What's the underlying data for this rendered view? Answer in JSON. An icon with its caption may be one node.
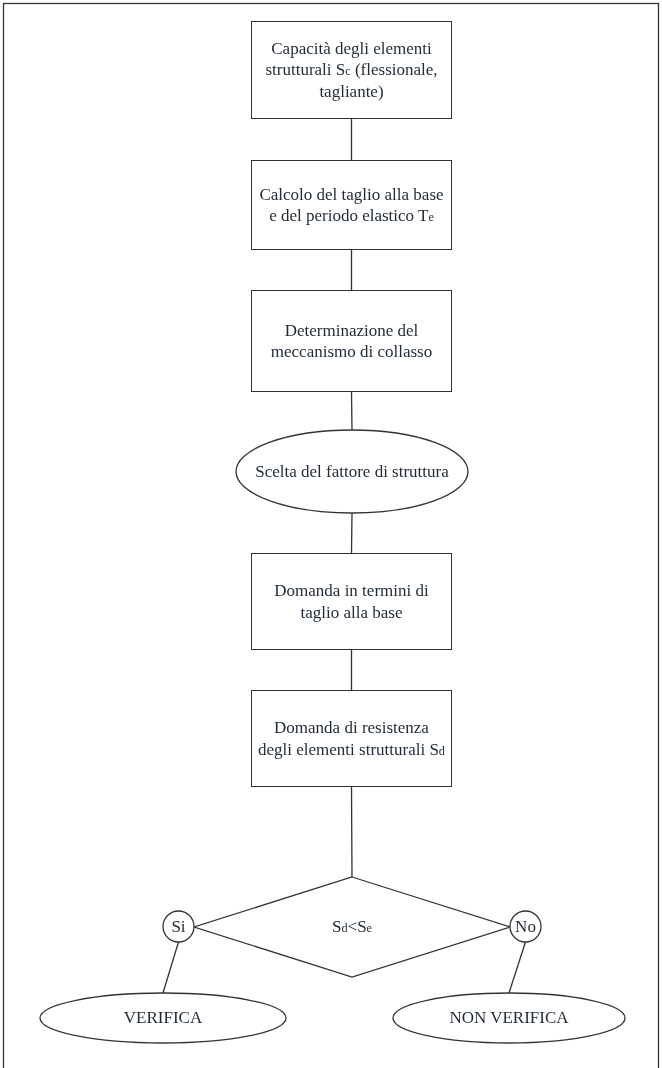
{
  "diagram": {
    "nodes": [
      {
        "text": [
          "Capacità degli elementi strutturali S$_{c}$ (flessionale, tagliante)"
        ]
      },
      {
        "text": [
          "Calcolo del taglio alla base e del periodo elastico T$_{e}$"
        ]
      },
      {
        "text": [
          "Determinazione del meccanismo di collasso"
        ]
      },
      {
        "text": [
          "Scelta del fattore di struttura"
        ]
      },
      {
        "text": [
          "Domanda in termini di taglio alla base"
        ]
      },
      {
        "text": [
          "Domanda di resistenza degli elementi strutturali S$_{d}$"
        ]
      },
      {
        "text": [
          "S$_{d}$<S$_{e}$"
        ]
      },
      {
        "text": [
          "Si"
        ]
      },
      {
        "text": [
          "No"
        ]
      },
      {
        "text": [
          "VERIFICA"
        ]
      },
      {
        "text": [
          "NON VERIFICA"
        ]
      }
    ],
    "edges": [
      {
        "from": 0,
        "to": 1,
        "arrow": "none"
      },
      {
        "from": 1,
        "to": 2,
        "arrow": "none"
      },
      {
        "from": 2,
        "to": 3,
        "arrow": "none"
      },
      {
        "from": 3,
        "to": 4,
        "arrow": "none"
      },
      {
        "from": 4,
        "to": 5,
        "arrow": "none"
      },
      {
        "from": 5,
        "to": 6,
        "arrow": "none"
      },
      {
        "from": 7,
        "to": 9,
        "arrow": "none"
      },
      {
        "from": 8,
        "to": 10,
        "arrow": "none"
      }
    ]
  }
}
